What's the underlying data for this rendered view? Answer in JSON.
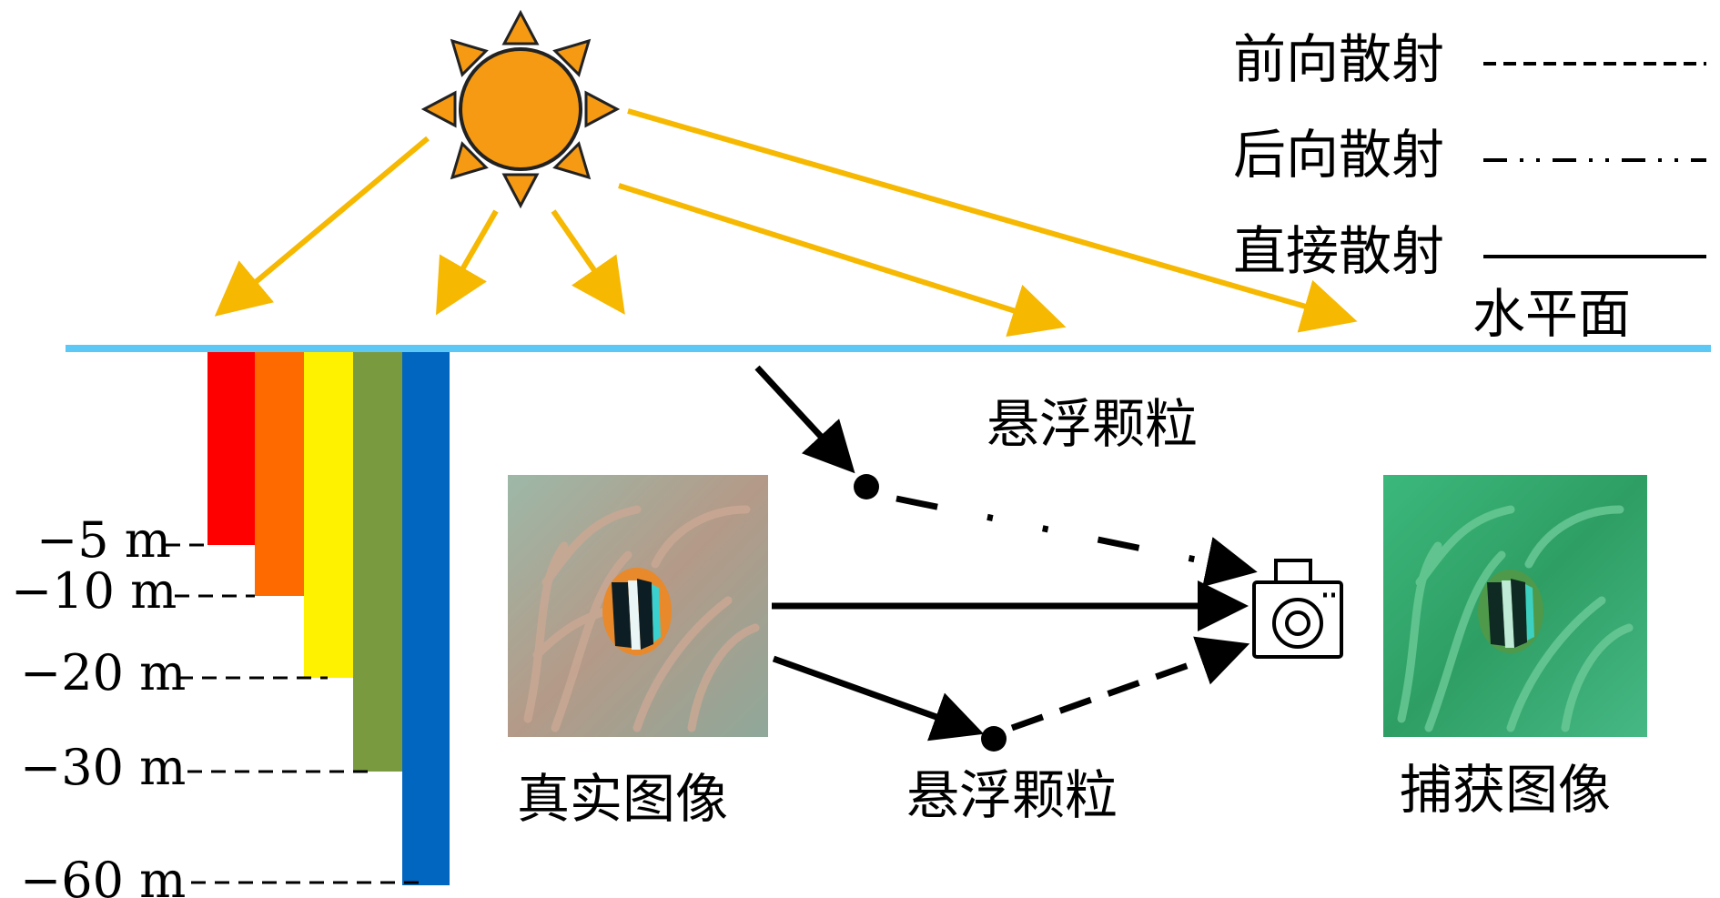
{
  "legend": {
    "forward": "前向散射",
    "backward": "后向散射",
    "direct": "直接散射"
  },
  "water_surface_label": "水平面",
  "particle_label_top": "悬浮颗粒",
  "particle_label_bottom": "悬浮颗粒",
  "real_image_label": "真实图像",
  "captured_image_label": "捕获图像",
  "depth_labels": [
    "−5 m",
    "−10 m",
    "−20 m",
    "−30 m",
    "−60 m"
  ],
  "colors": {
    "sun": "#F59A12",
    "ray": "#F6B800",
    "water": "#5BC8F5",
    "depth_red": "#FF0000",
    "depth_orange": "#FF6A00",
    "depth_yellow": "#FFF200",
    "depth_green": "#7A9A40",
    "depth_blue": "#0066C0",
    "real_image_bg": "#7FA69A",
    "captured_image_bg": "#2FA86E"
  },
  "icons": [
    "sun-icon",
    "camera-icon",
    "particle-icon"
  ]
}
